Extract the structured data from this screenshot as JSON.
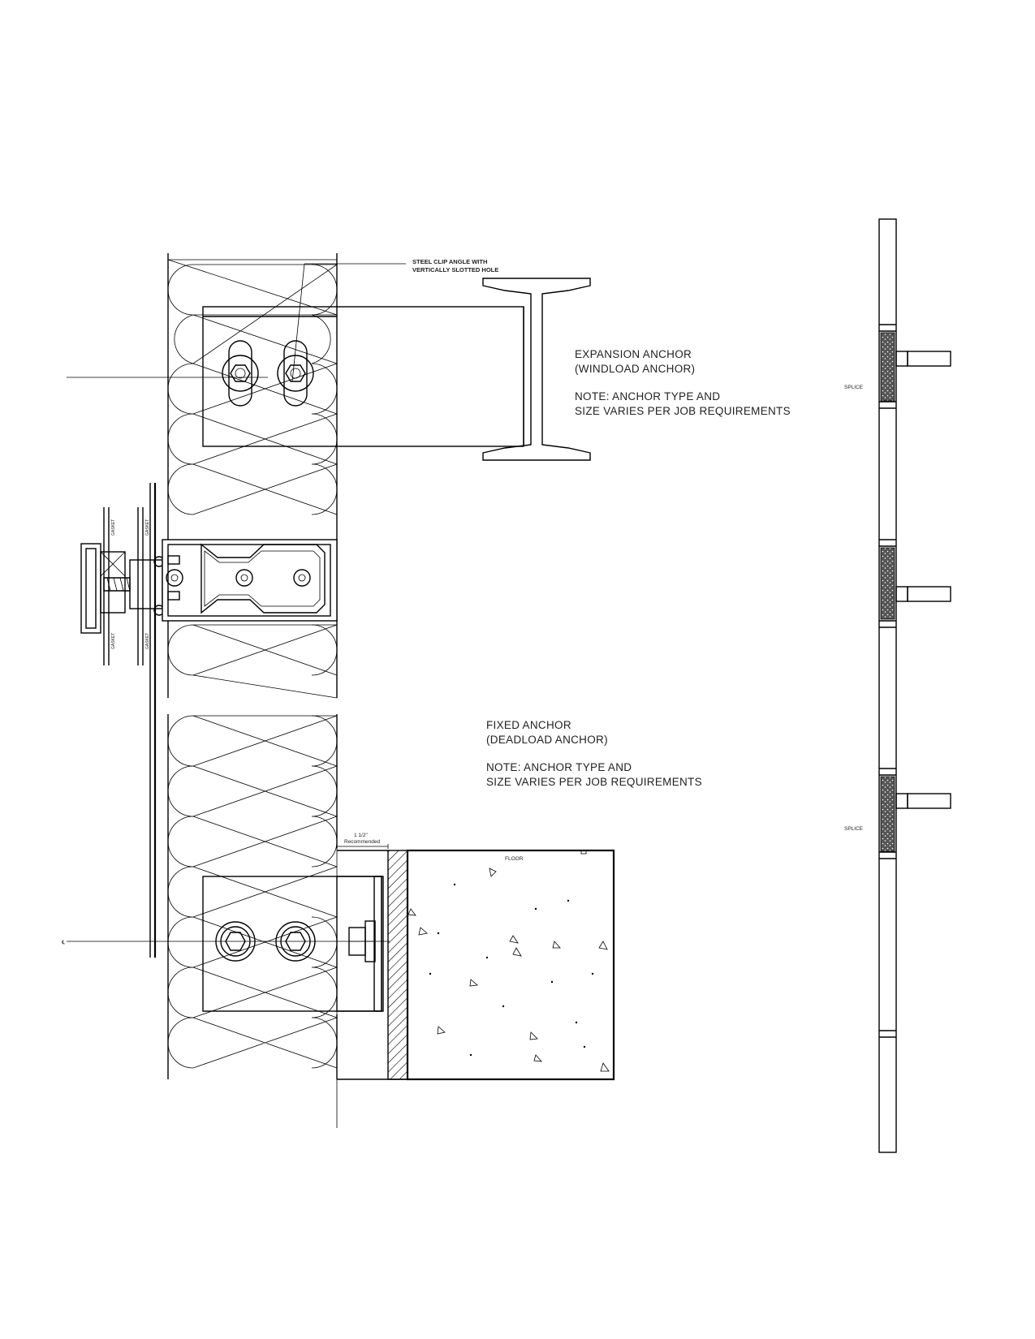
{
  "labels": {
    "clip_angle_line1": "STEEL CLIP ANGLE WITH",
    "clip_angle_line2": "VERTICALLY SLOTTED HOLE",
    "expansion_line1": "EXPANSION ANCHOR",
    "expansion_line2": "(WINDLOAD ANCHOR)",
    "expansion_note1": "NOTE: ANCHOR TYPE AND",
    "expansion_note2": "SIZE VARIES PER JOB REQUIREMENTS",
    "fixed_line1": "FIXED ANCHOR",
    "fixed_line2": "(DEADLOAD ANCHOR)",
    "fixed_note1": "NOTE: ANCHOR TYPE AND",
    "fixed_note2": "SIZE VARIES PER JOB REQUIREMENTS",
    "dimension_value": "1 1/2\"",
    "dimension_note": "Recommended",
    "floor": "FLOOR",
    "splice_upper": "SPLICE",
    "splice_lower": "SPLICE",
    "centerline_symbol": "℄"
  },
  "colors": {
    "line": "#000000",
    "background": "#ffffff",
    "text": "#222222"
  }
}
